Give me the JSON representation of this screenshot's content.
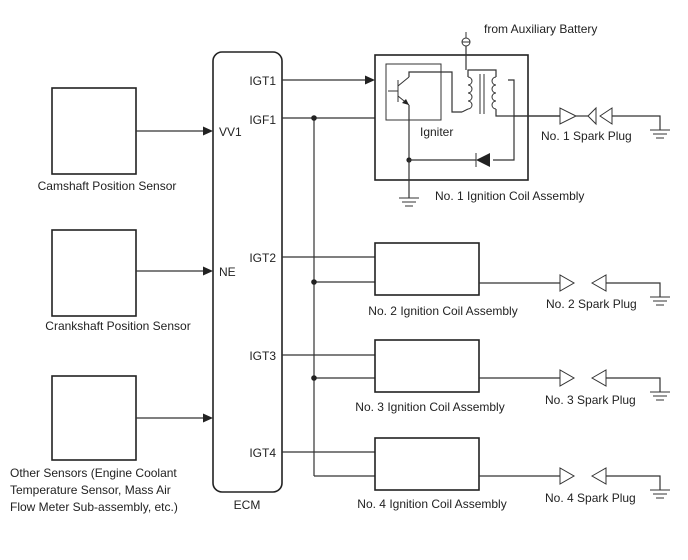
{
  "sensors": [
    {
      "label_lines": [
        "Camshaft Position Sensor"
      ]
    },
    {
      "label_lines": [
        "Crankshaft Position Sensor"
      ]
    },
    {
      "label_lines": [
        "Other Sensors (Engine Coolant",
        "Temperature Sensor, Mass Air",
        "Flow Meter Sub-assembly, etc.)"
      ]
    }
  ],
  "ecm": {
    "label": "ECM",
    "inputs": [
      "VV1",
      "NE"
    ],
    "outputs": [
      "IGT1",
      "IGF1",
      "IGT2",
      "IGT3",
      "IGT4"
    ]
  },
  "coil1": {
    "label": "No. 1 Ignition Coil Assembly",
    "igniter_label": "Igniter",
    "supply_label": "from Auxiliary Battery"
  },
  "coils": [
    {
      "label": "No. 2 Ignition Coil Assembly"
    },
    {
      "label": "No. 3 Ignition Coil Assembly"
    },
    {
      "label": "No. 4 Ignition Coil Assembly"
    }
  ],
  "spark_plugs": [
    "No. 1 Spark Plug",
    "No. 2 Spark Plug",
    "No. 3 Spark Plug",
    "No. 4 Spark Plug"
  ]
}
